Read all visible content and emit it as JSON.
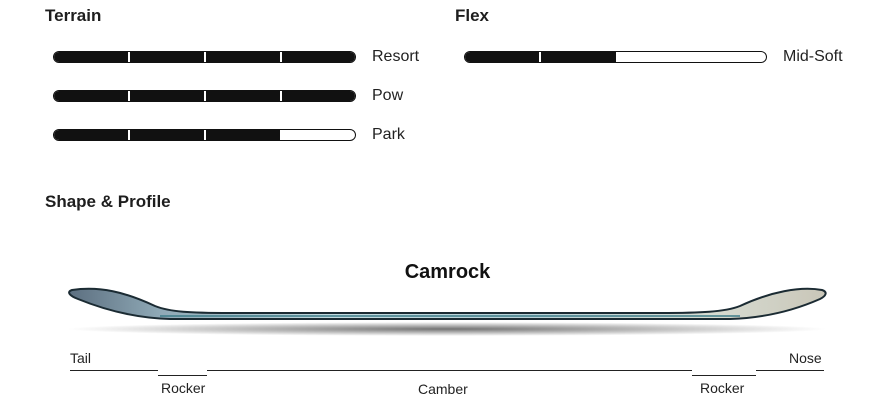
{
  "terrain": {
    "heading": "Terrain",
    "rows": [
      {
        "label": "Resort",
        "level": 1.0
      },
      {
        "label": "Pow",
        "level": 1.0
      },
      {
        "label": "Park",
        "level": 0.75
      }
    ]
  },
  "flex": {
    "heading": "Flex",
    "label": "Mid-Soft",
    "level": 0.5
  },
  "shape": {
    "heading": "Shape & Profile",
    "profile_name": "Camrock",
    "tail_label": "Tail",
    "nose_label": "Nose",
    "segments": {
      "rocker_left": "Rocker",
      "camber": "Camber",
      "rocker_right": "Rocker"
    }
  },
  "colors": {
    "bar_fill": "#111111",
    "bar_empty": "#ffffff",
    "board_tail": "#5c6f80",
    "board_mid": "#b8d2d8",
    "board_nose": "#c9c6b8"
  }
}
